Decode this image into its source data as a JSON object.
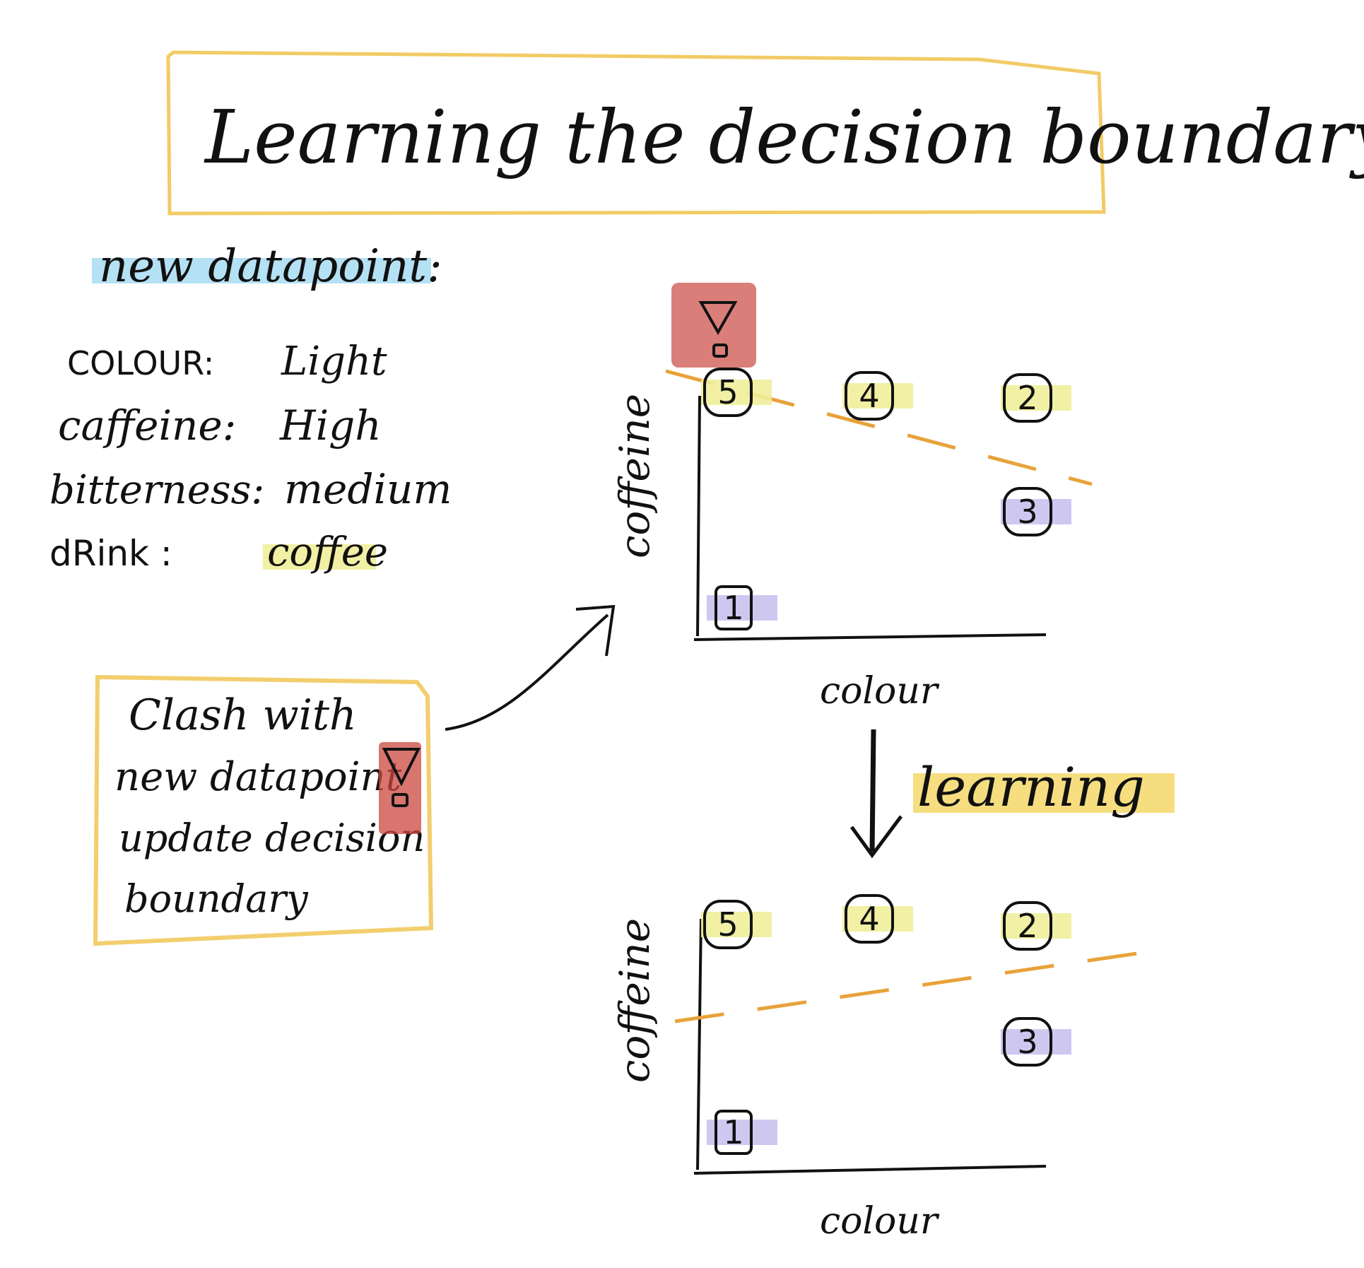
{
  "title": "Learning the decision boundary",
  "new_datapoint": {
    "heading": "new datapoint:",
    "rows": [
      {
        "key": "COLOUR:",
        "value": "Light"
      },
      {
        "key": "caffeine:",
        "value": "High"
      },
      {
        "key": "bitterness:",
        "value": "medium"
      },
      {
        "key": "dRink :",
        "value": "coffee"
      }
    ]
  },
  "note": {
    "lines": [
      "Clash with",
      "new datapoint",
      "update decision",
      "boundary"
    ]
  },
  "learning_label": "learning",
  "plots": [
    {
      "xlabel": "colour",
      "ylabel": "coffeine",
      "points": [
        {
          "label": "1"
        },
        {
          "label": "2"
        },
        {
          "label": "3"
        },
        {
          "label": "4"
        },
        {
          "label": "5"
        }
      ]
    },
    {
      "xlabel": "colour",
      "ylabel": "coffeine",
      "points": [
        {
          "label": "1"
        },
        {
          "label": "2"
        },
        {
          "label": "3"
        },
        {
          "label": "4"
        },
        {
          "label": "5"
        }
      ]
    }
  ],
  "colors": {
    "frame_yellow": "#f0c24a",
    "highlight_blue": "#a8dcf2",
    "highlight_yellow": "#f0ee9a",
    "highlight_purple": "#c9c2ef",
    "boundary_orange": "#e8a23a",
    "alert_red": "#c9473e",
    "ink": "#111111"
  }
}
